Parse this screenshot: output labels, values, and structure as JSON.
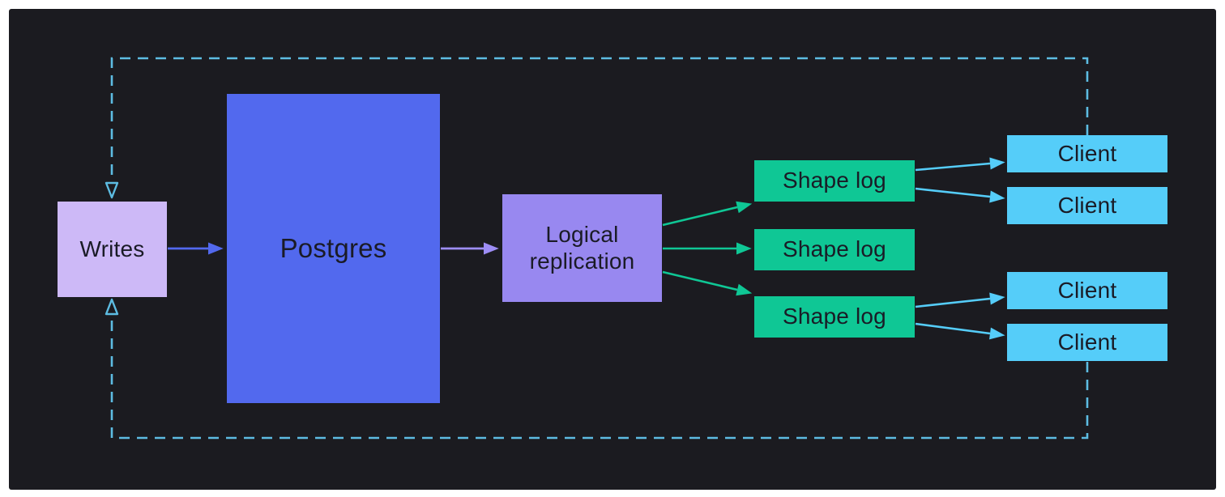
{
  "diagram": {
    "title": "Postgres logical replication fan-out to shape logs and clients",
    "nodes": {
      "writes": {
        "label": "Writes"
      },
      "postgres": {
        "label": "Postgres"
      },
      "logical_replication": {
        "label": "Logical replication"
      },
      "shape_log_1": {
        "label": "Shape log"
      },
      "shape_log_2": {
        "label": "Shape log"
      },
      "shape_log_3": {
        "label": "Shape log"
      },
      "client_1": {
        "label": "Client"
      },
      "client_2": {
        "label": "Client"
      },
      "client_3": {
        "label": "Client"
      },
      "client_4": {
        "label": "Client"
      }
    },
    "edges": [
      {
        "from": "writes",
        "to": "postgres",
        "style": "solid-arrow"
      },
      {
        "from": "postgres",
        "to": "logical_replication",
        "style": "solid-arrow"
      },
      {
        "from": "logical_replication",
        "to": "shape_log_1",
        "style": "solid-arrow"
      },
      {
        "from": "logical_replication",
        "to": "shape_log_2",
        "style": "solid-arrow"
      },
      {
        "from": "logical_replication",
        "to": "shape_log_3",
        "style": "solid-arrow"
      },
      {
        "from": "shape_log_1",
        "to": "client_1",
        "style": "solid-arrow"
      },
      {
        "from": "shape_log_1",
        "to": "client_2",
        "style": "solid-arrow"
      },
      {
        "from": "shape_log_3",
        "to": "client_3",
        "style": "solid-arrow"
      },
      {
        "from": "shape_log_3",
        "to": "client_4",
        "style": "solid-arrow"
      },
      {
        "from": "client_1",
        "to": "writes",
        "style": "dashed-open-arrow"
      },
      {
        "from": "client_4",
        "to": "writes",
        "style": "dashed-open-arrow"
      }
    ],
    "colors": {
      "page_bg": "#ffffff",
      "panel_bg": "#1b1b20",
      "text_dark": "#1a1b26",
      "writes_fill": "#cdb9f7",
      "postgres_fill": "#5269ee",
      "logical_fill": "#9888f0",
      "shape_log_fill": "#0fc795",
      "client_fill": "#55cdf9",
      "arrow_indigo": "#5269ee",
      "arrow_purple": "#9d8df5",
      "arrow_green": "#0fc795",
      "arrow_blue": "#55cdf9",
      "loop_cyan": "#5dbce2"
    }
  }
}
